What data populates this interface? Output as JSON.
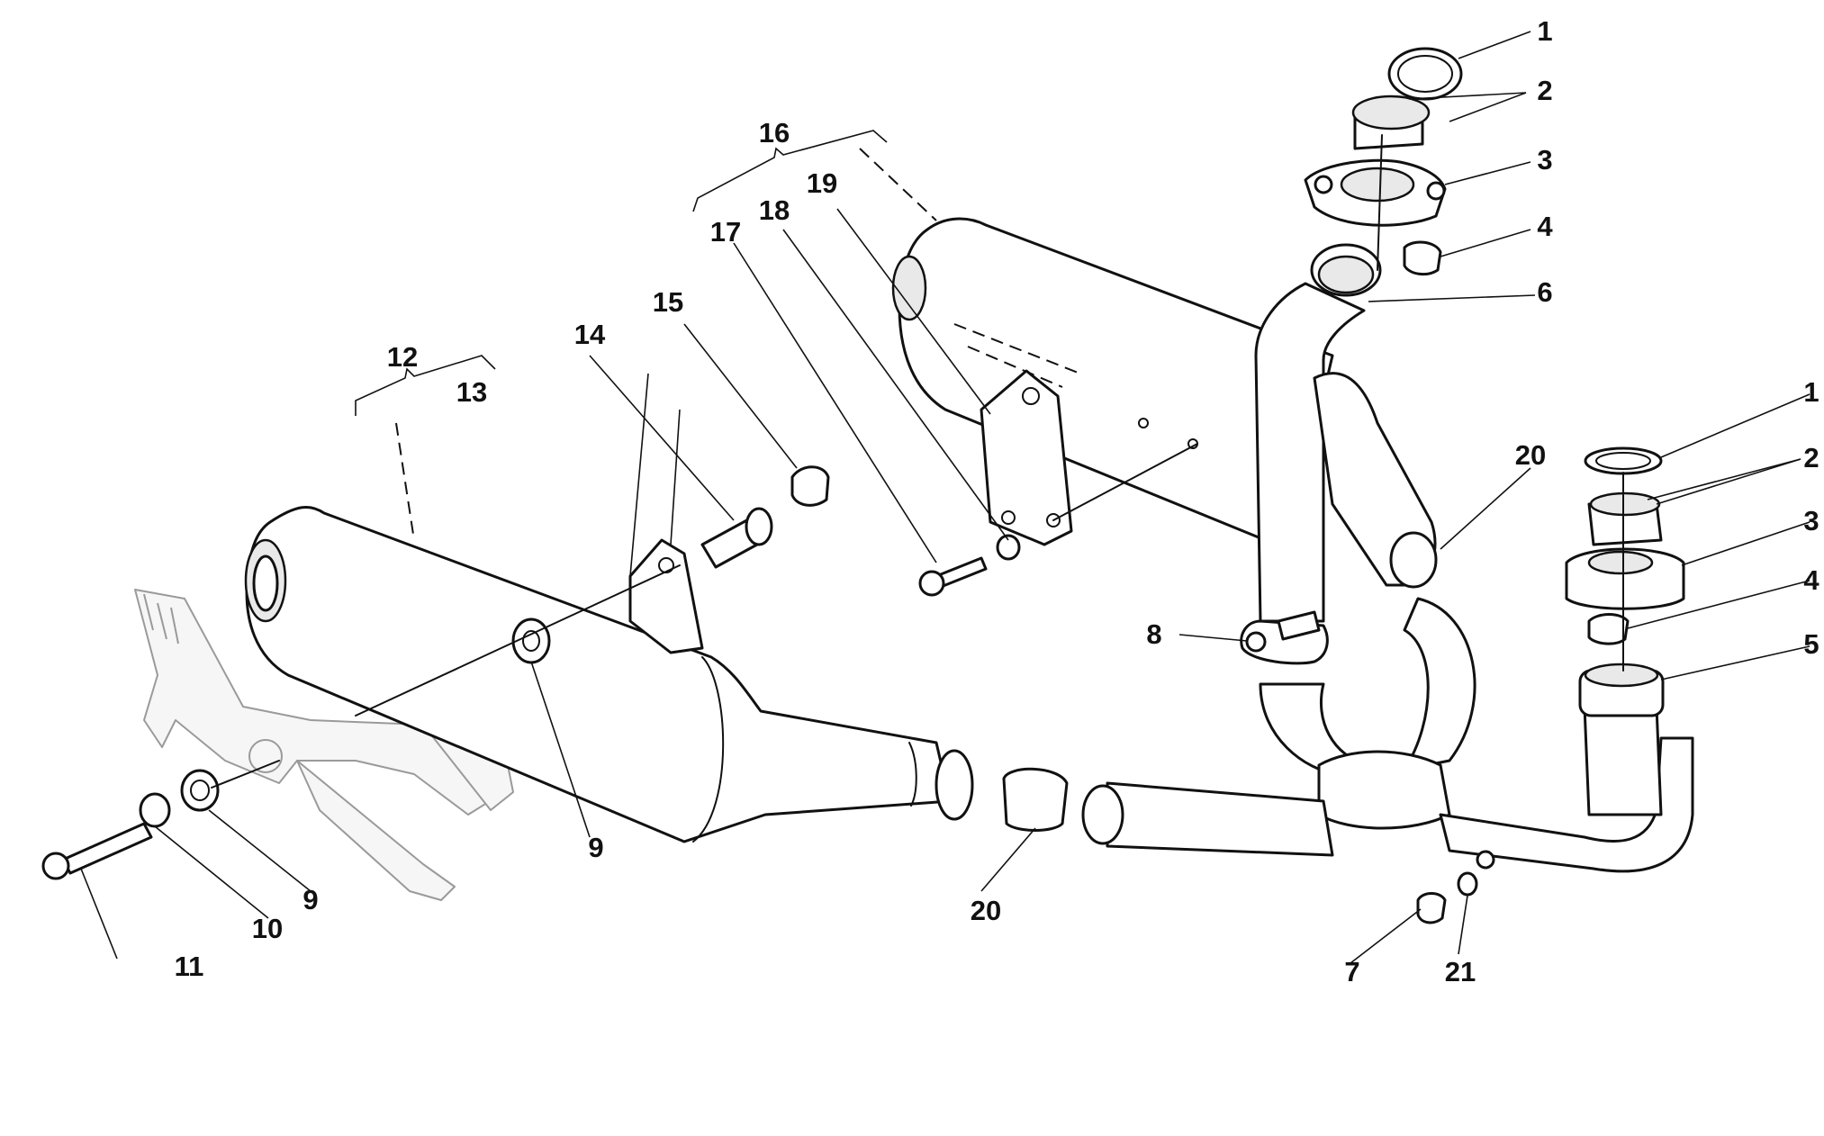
{
  "callouts": [
    {
      "id": "c1a",
      "text": "1"
    },
    {
      "id": "c2a",
      "text": "2"
    },
    {
      "id": "c3a",
      "text": "3"
    },
    {
      "id": "c4a",
      "text": "4"
    },
    {
      "id": "c6",
      "text": "6"
    },
    {
      "id": "c16",
      "text": "16"
    },
    {
      "id": "c17",
      "text": "17"
    },
    {
      "id": "c18",
      "text": "18"
    },
    {
      "id": "c19",
      "text": "19"
    },
    {
      "id": "c15",
      "text": "15"
    },
    {
      "id": "c14",
      "text": "14"
    },
    {
      "id": "c12",
      "text": "12"
    },
    {
      "id": "c13",
      "text": "13"
    },
    {
      "id": "c1b",
      "text": "1"
    },
    {
      "id": "c2b",
      "text": "2"
    },
    {
      "id": "c3b",
      "text": "3"
    },
    {
      "id": "c4b",
      "text": "4"
    },
    {
      "id": "c5",
      "text": "5"
    },
    {
      "id": "c20a",
      "text": "20"
    },
    {
      "id": "c8",
      "text": "8"
    },
    {
      "id": "c9a",
      "text": "9"
    },
    {
      "id": "c20b",
      "text": "20"
    },
    {
      "id": "c9b",
      "text": "9"
    },
    {
      "id": "c10",
      "text": "10"
    },
    {
      "id": "c11",
      "text": "11"
    },
    {
      "id": "c7",
      "text": "7"
    },
    {
      "id": "c21",
      "text": "21"
    }
  ]
}
